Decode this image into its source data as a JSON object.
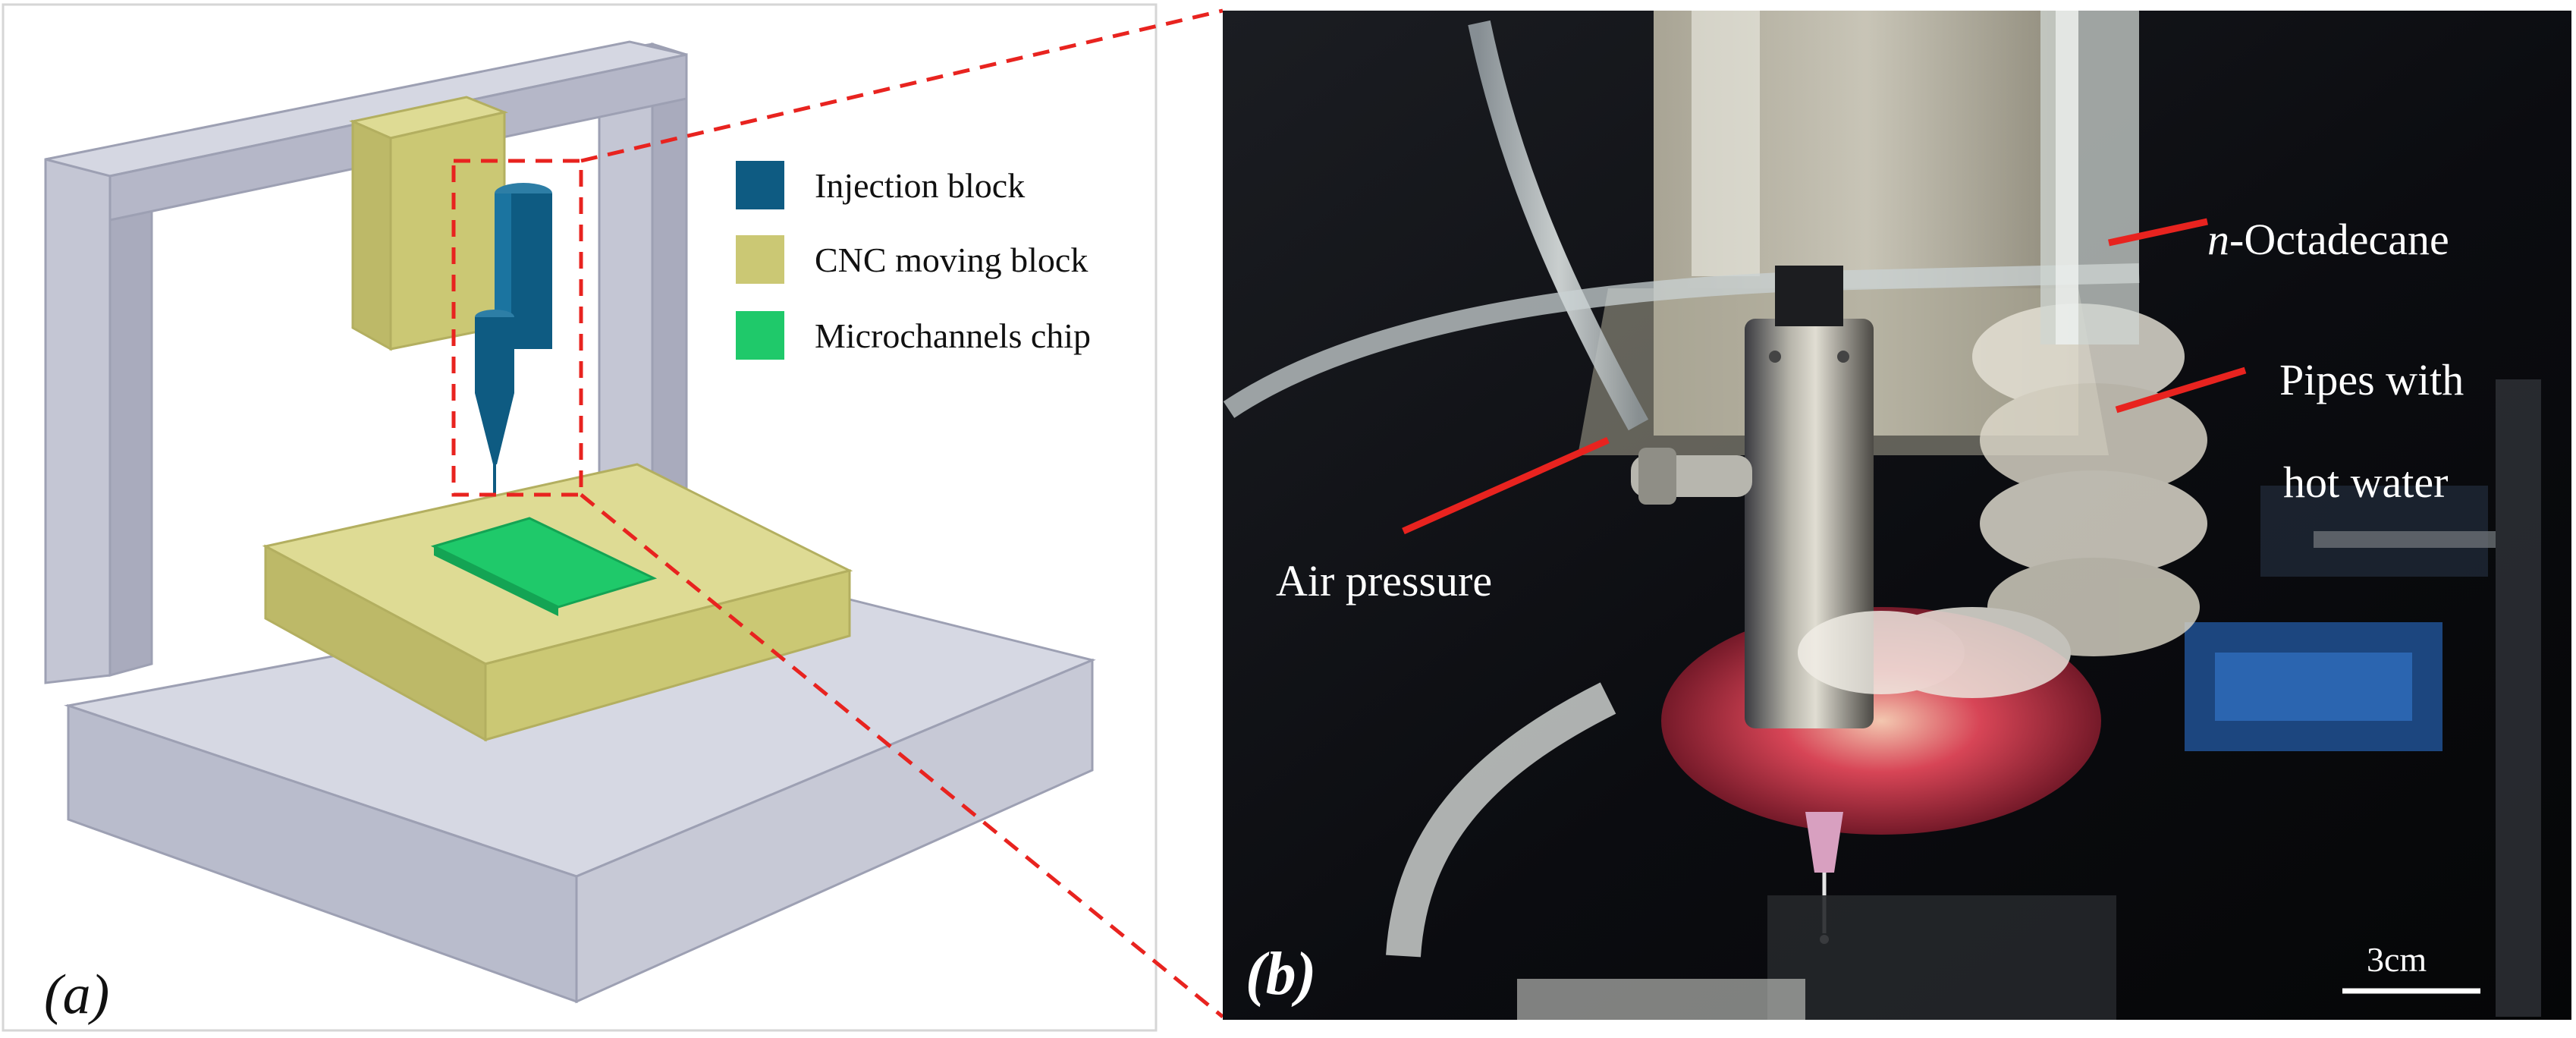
{
  "panel_a": {
    "label": "(a)",
    "legend": [
      {
        "label": "Injection block",
        "color": "#0e5b82"
      },
      {
        "label": "CNC moving block",
        "color": "#cbc874"
      },
      {
        "label": "Microchannels chip",
        "color": "#1fc96a"
      }
    ]
  },
  "panel_b": {
    "label": "(b)",
    "annotations": {
      "octadecane_prefix": "n",
      "octadecane_rest": "-Octadecane",
      "pipes_line1": "Pipes with",
      "pipes_line2": "hot water",
      "air_pressure": "Air pressure"
    },
    "scale_bar": "3cm"
  },
  "colors": {
    "frame": "#c3c5d4",
    "frame_dark": "#9da0b3",
    "injection": "#0e5b82",
    "cnc": "#cbc874",
    "chip": "#1fc96a",
    "callout": "#e8231f",
    "annotation_line": "#e8231f"
  }
}
